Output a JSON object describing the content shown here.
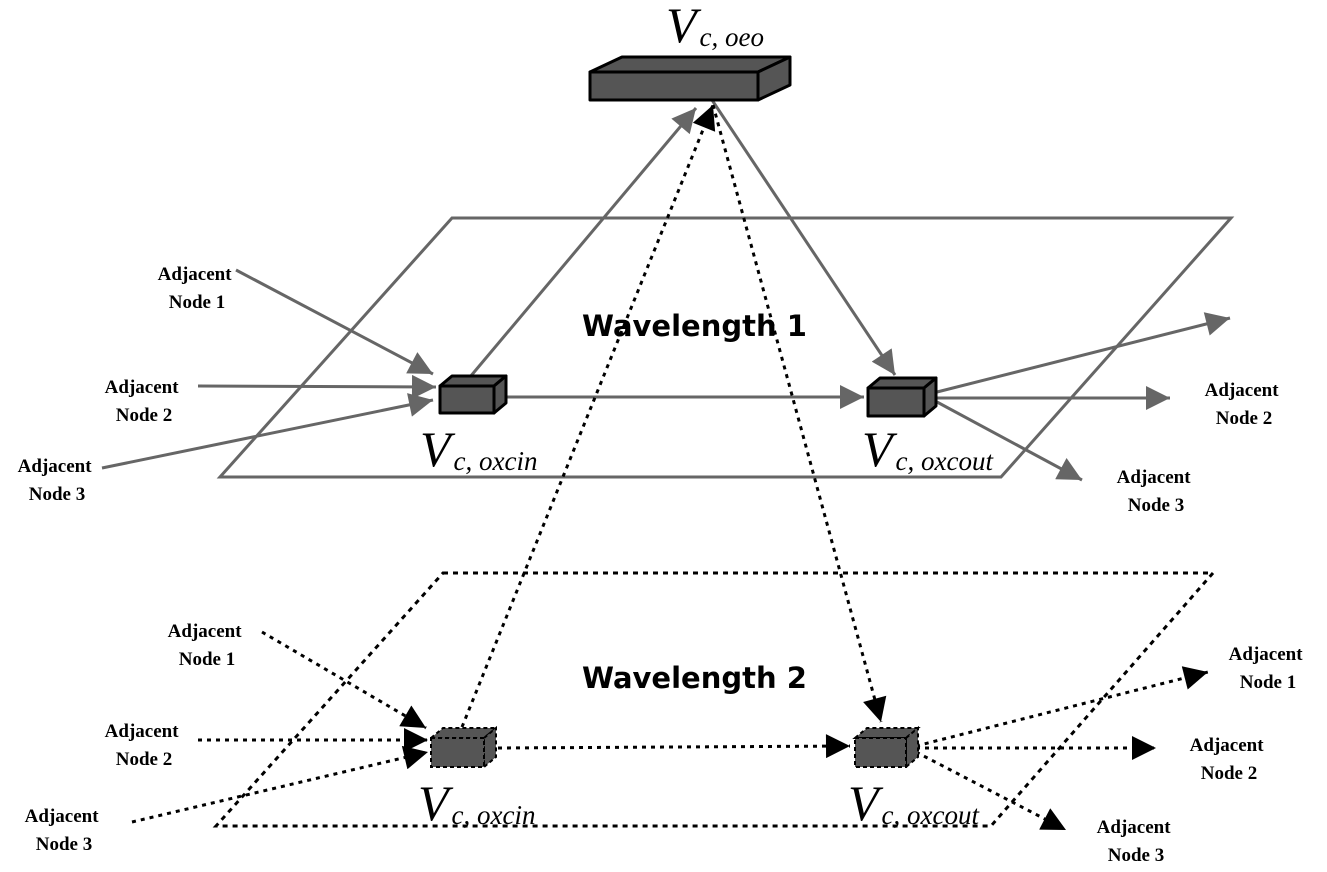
{
  "vertices": {
    "oeo": {
      "main": "V",
      "sub": "c, oeo"
    },
    "w1_in": {
      "main": "V",
      "sub": "c, oxcin"
    },
    "w1_out": {
      "main": "V",
      "sub": "c, oxcout"
    },
    "w2_in": {
      "main": "V",
      "sub": "c, oxcin"
    },
    "w2_out": {
      "main": "V",
      "sub": "c, oxcout"
    }
  },
  "planes": {
    "w1": {
      "title": "Wavelength 1"
    },
    "w2": {
      "title": "Wavelength 2"
    }
  },
  "labels": {
    "w1_in_1": [
      "Adjacent",
      "Node 1"
    ],
    "w1_in_2": [
      "Adjacent",
      "Node 2"
    ],
    "w1_in_3": [
      "Adjacent",
      "Node 3"
    ],
    "w1_out_2": [
      "Adjacent",
      "Node 2"
    ],
    "w1_out_3": [
      "Adjacent",
      "Node 3"
    ],
    "w2_in_1": [
      "Adjacent",
      "Node 1"
    ],
    "w2_in_2": [
      "Adjacent",
      "Node 2"
    ],
    "w2_in_3": [
      "Adjacent",
      "Node 3"
    ],
    "w2_out_1": [
      "Adjacent",
      "Node 1"
    ],
    "w2_out_2": [
      "Adjacent",
      "Node 2"
    ],
    "w2_out_3": [
      "Adjacent",
      "Node 3"
    ]
  },
  "colors": {
    "solid_edge": "#666666",
    "dotted_edge": "#000000",
    "node_fill": "#555555"
  }
}
